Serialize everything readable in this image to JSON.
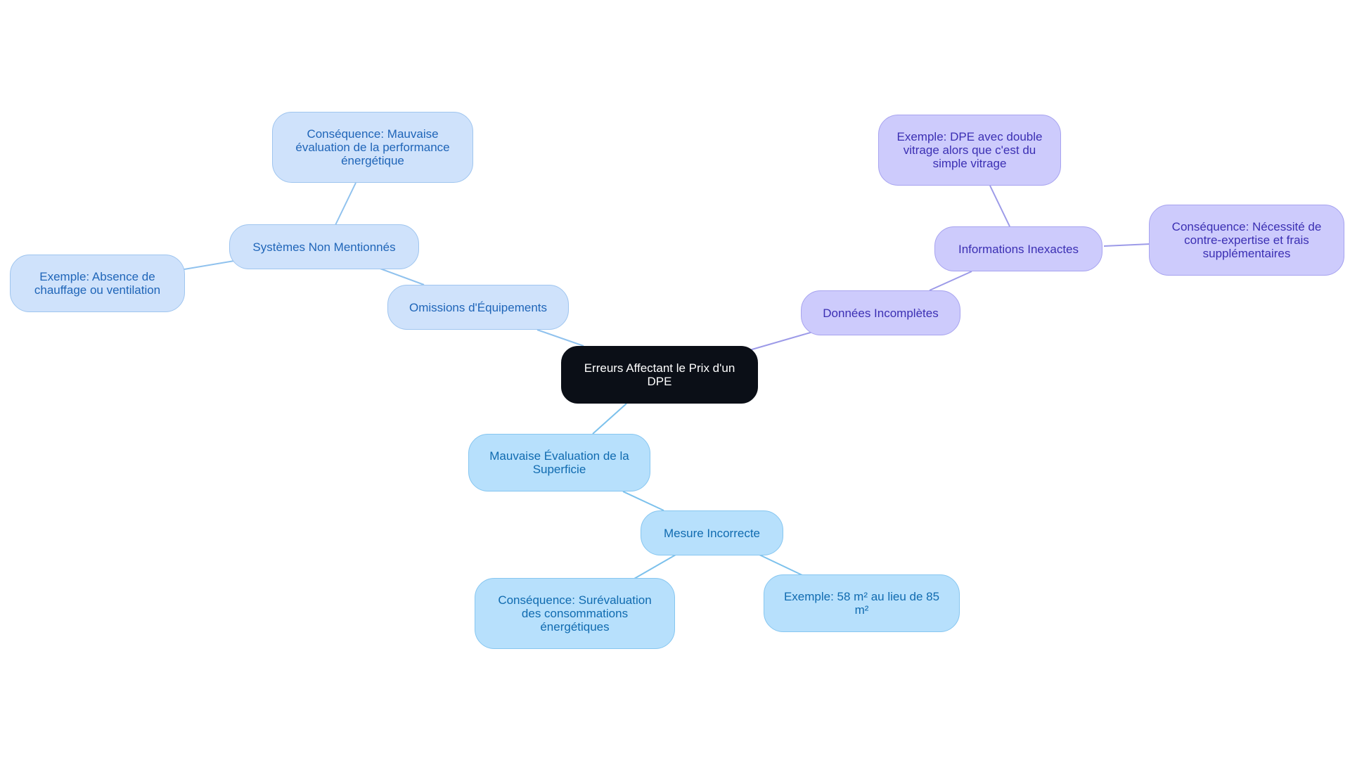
{
  "diagram": {
    "root": {
      "label": "Erreurs Affectant le Prix d'un DPE"
    },
    "branches": {
      "omissions": {
        "label": "Omissions d'Équipements",
        "color": "#cfe2fb",
        "systemes": {
          "label": "Systèmes Non Mentionnés",
          "consequence": "Conséquence: Mauvaise évaluation de la performance énergétique",
          "exemple": "Exemple: Absence de chauffage ou ventilation"
        }
      },
      "donnees": {
        "label": "Données Incomplètes",
        "color": "#cdcbfc",
        "informations": {
          "label": "Informations Inexactes",
          "exemple": "Exemple: DPE avec double vitrage alors que c'est du simple vitrage",
          "consequence": "Conséquence: Nécessité de contre-expertise et frais supplémentaires"
        }
      },
      "superficie": {
        "label": "Mauvaise Évaluation de la Superficie",
        "color": "#b7e0fc",
        "mesure": {
          "label": "Mesure Incorrecte",
          "consequence": "Conséquence: Surévaluation des consommations énergétiques",
          "exemple": "Exemple: 58 m² au lieu de 85 m²"
        }
      }
    }
  }
}
